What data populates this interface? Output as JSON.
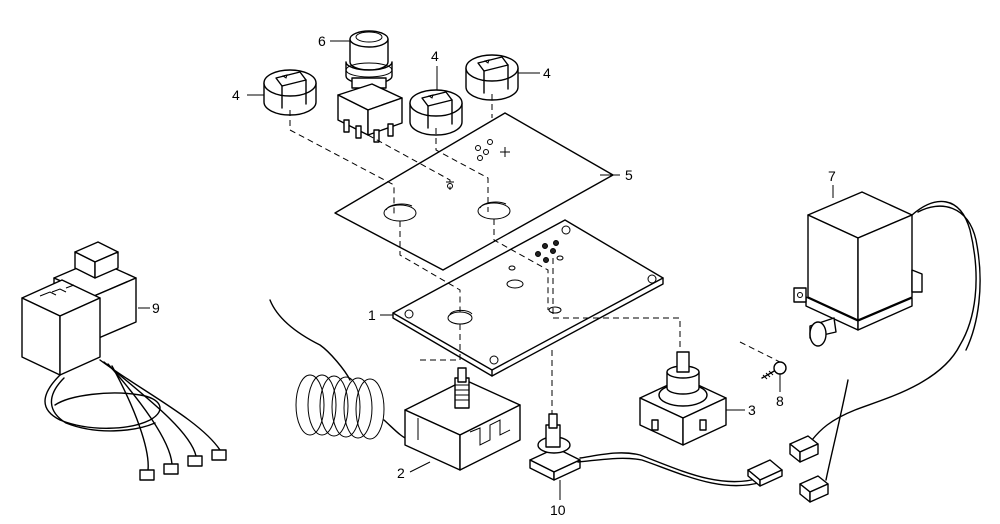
{
  "callouts": {
    "c1": "1",
    "c2": "2",
    "c3": "3",
    "c4a": "4",
    "c4b": "4",
    "c4c": "4",
    "c5": "5",
    "c6": "6",
    "c7": "7",
    "c8": "8",
    "c9": "9",
    "c10": "10"
  }
}
